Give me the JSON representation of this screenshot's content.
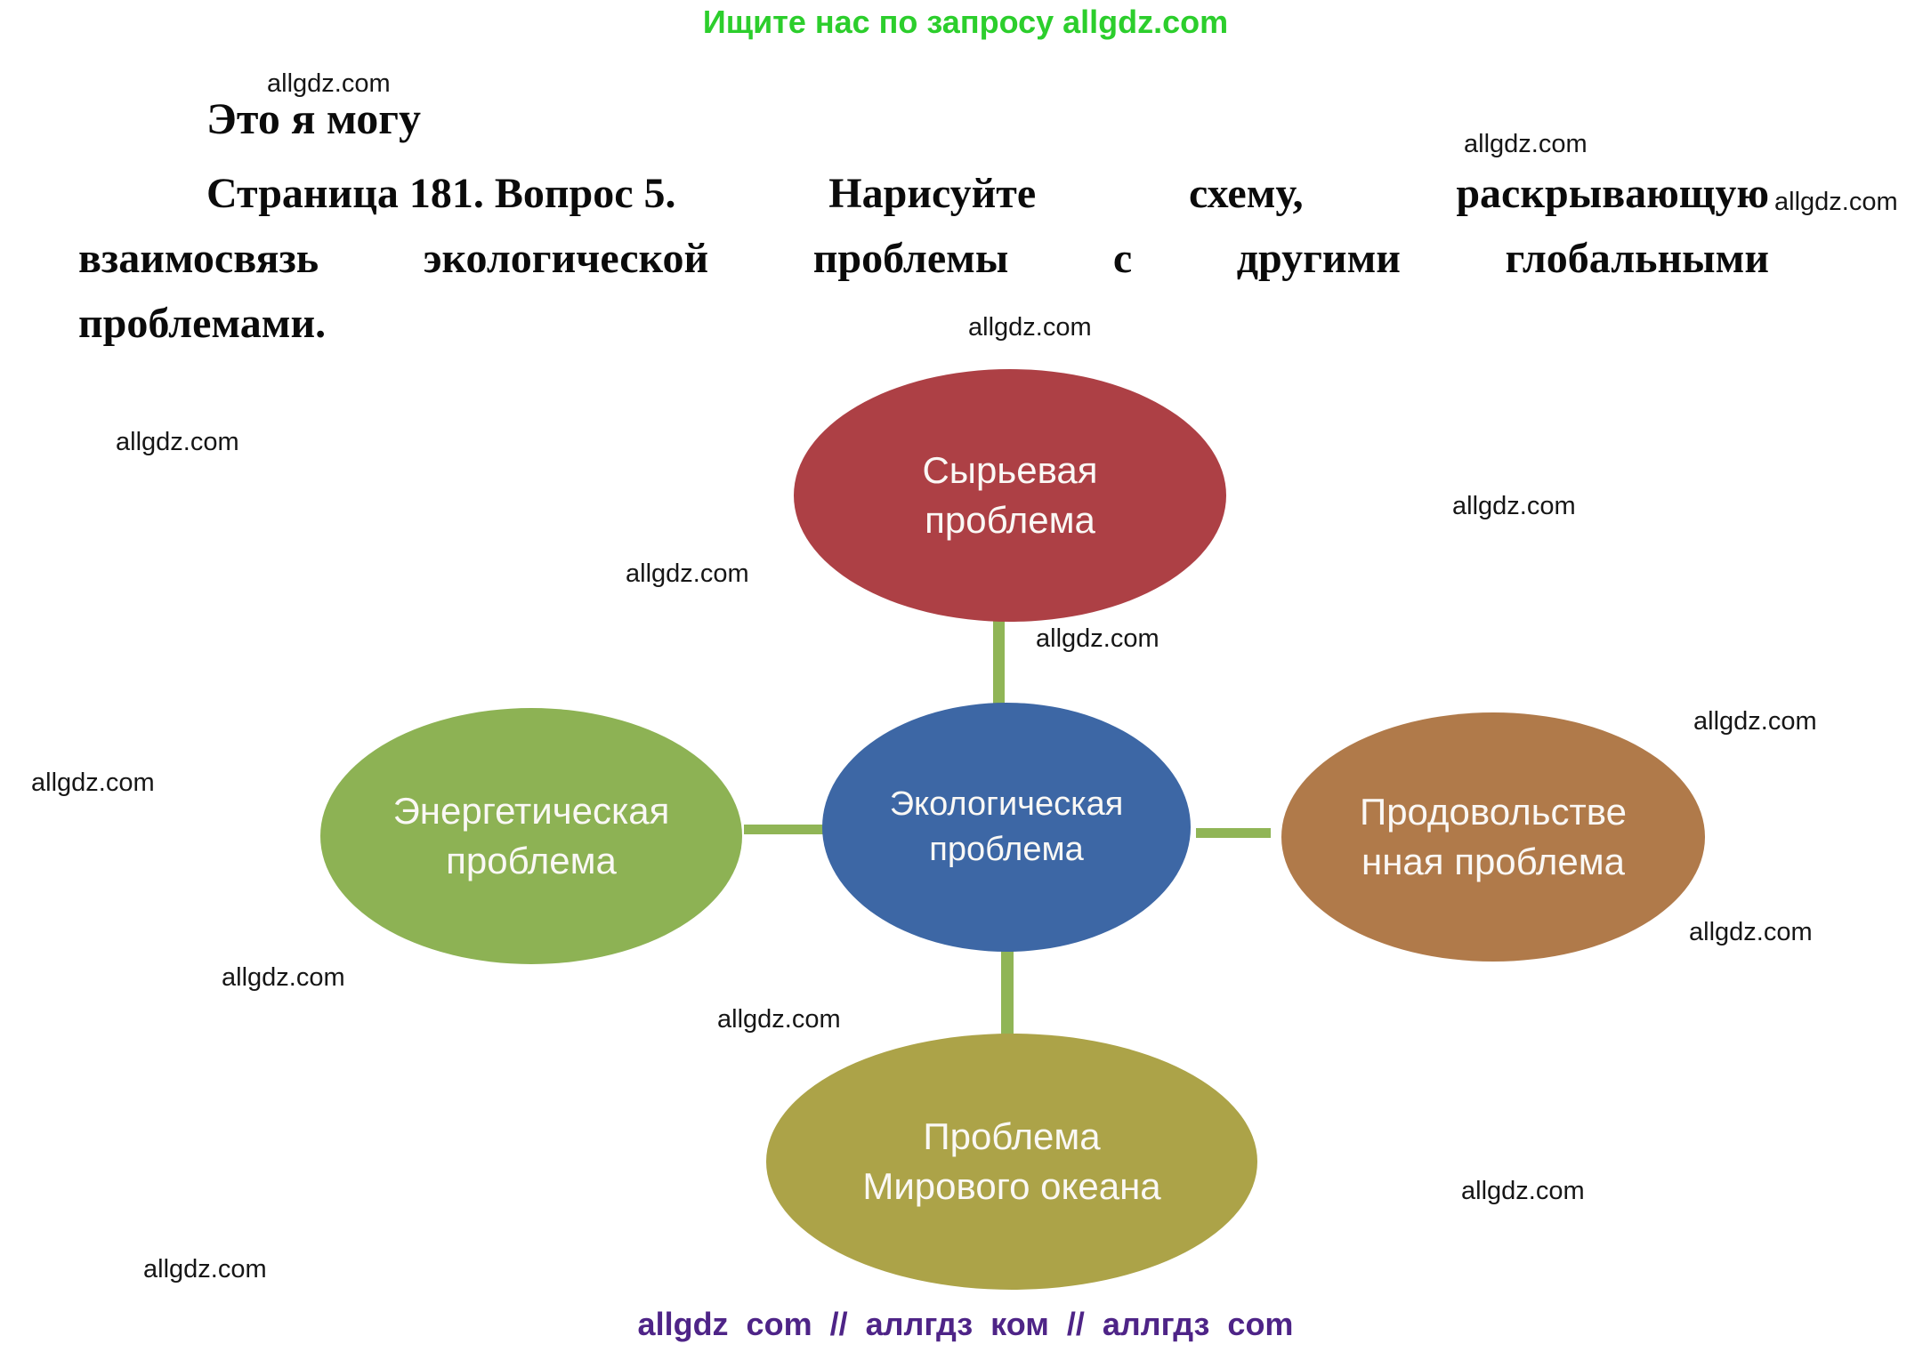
{
  "page": {
    "top_banner": "Ищите нас по запросу allgdz.com",
    "heading": "Это я могу",
    "footer": "allgdz com // аллгдз ком // аллгдз com",
    "colors": {
      "banner_green": "#2CCE2C",
      "footer_purple": "#4E2487",
      "watermark_black": "#161616"
    }
  },
  "question": {
    "line1": [
      "Страница 181. Вопрос 5.",
      "Нарисуйте",
      "схему,",
      "раскрывающую"
    ],
    "line2": [
      "взаимосвязь",
      "экологической",
      "проблемы",
      "с",
      "другими",
      "глобальными"
    ],
    "line3": "проблемами."
  },
  "watermarks": {
    "text": "allgdz.com",
    "count": 15
  },
  "diagram": {
    "connector_color": "#90B556",
    "nodes": {
      "center": {
        "lines": [
          "Экологическая",
          "проблема"
        ],
        "color": "#3D67A5"
      },
      "top": {
        "lines": [
          "Сырьевая",
          "проблема"
        ],
        "color": "#AD4045"
      },
      "left": {
        "lines": [
          "Энергетическая",
          "проблема"
        ],
        "color": "#8DB254"
      },
      "right": {
        "lines": [
          "Продовольстве",
          "нная проблема"
        ],
        "color": "#B07A4A"
      },
      "bottom": {
        "lines": [
          "Проблема",
          "Мирового океана"
        ],
        "color": "#ACA348"
      }
    }
  }
}
